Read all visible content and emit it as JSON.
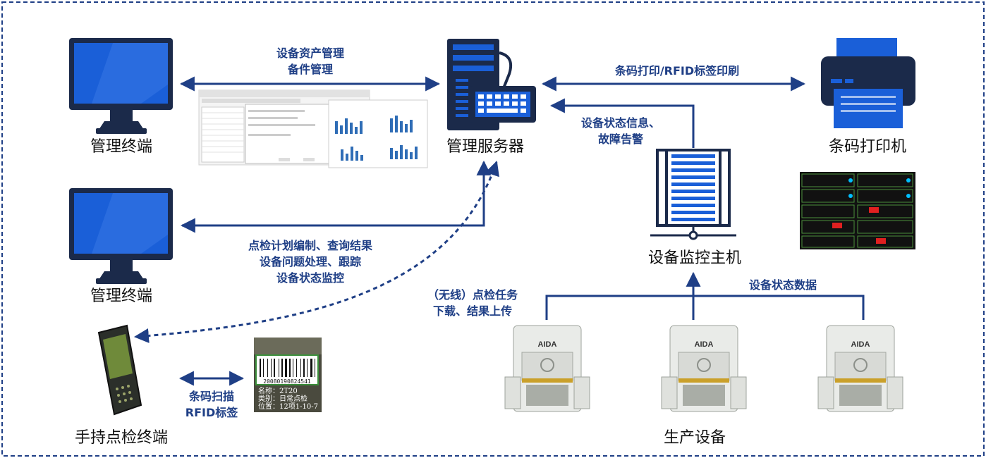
{
  "nodes": {
    "mgmt_terminal_1": "管理终端",
    "mgmt_terminal_2": "管理终端",
    "server": "管理服务器",
    "printer": "条码打印机",
    "monitor_host": "设备监控主机",
    "handheld": "手持点检终端",
    "production": "生产设备"
  },
  "edges": {
    "asset_mgmt": [
      "设备资产管理",
      "备件管理"
    ],
    "print": "条码打印/RFID标签印刷",
    "status_info": [
      "设备状态信息、",
      "故障告警"
    ],
    "inspection": [
      "点检计划编制、查询结果",
      "设备问题处理、跟踪",
      "设备状态监控"
    ],
    "wireless": [
      "（无线）点检任务",
      "下载、结果上传"
    ],
    "status_data": "设备状态数据",
    "scan": [
      "条码扫描",
      "RFID标签"
    ]
  },
  "barcode_label": {
    "number": "20080190824541",
    "name": "名称：2T20",
    "category": "类别：日常点检",
    "location": "位置：12项1-10-7"
  },
  "press_brand": "AIDA",
  "colors": {
    "navy": "#1f3f86",
    "blue": "#1a5fd8",
    "dark": "#1b2a4a"
  }
}
